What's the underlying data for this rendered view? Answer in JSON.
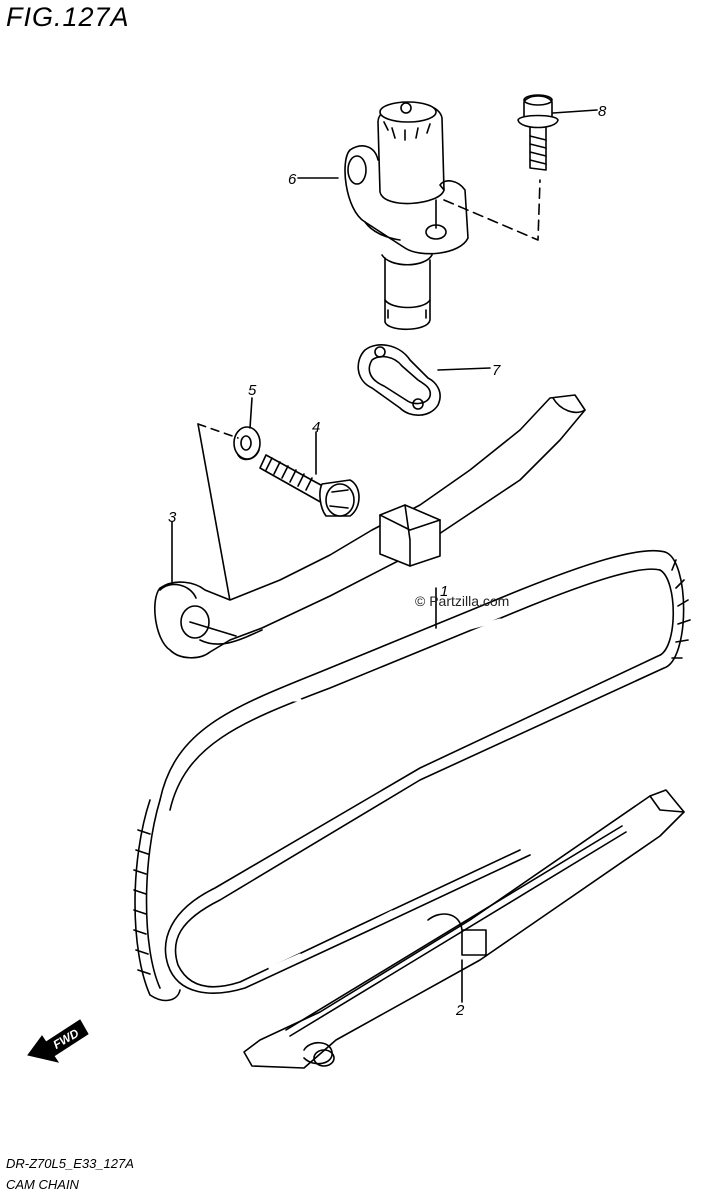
{
  "figure": {
    "title": "FIG.127A",
    "code": "DR-Z70L5_E33_127A",
    "name": "CAM CHAIN",
    "watermark": "© Partzilla.com",
    "direction_label": "FWD"
  },
  "parts": [
    {
      "ref": "1",
      "part": "cam-chain"
    },
    {
      "ref": "2",
      "part": "chain-guide"
    },
    {
      "ref": "3",
      "part": "tensioner-arm"
    },
    {
      "ref": "4",
      "part": "bolt"
    },
    {
      "ref": "5",
      "part": "washer"
    },
    {
      "ref": "6",
      "part": "chain-tensioner-adjuster"
    },
    {
      "ref": "7",
      "part": "gasket"
    },
    {
      "ref": "8",
      "part": "bolt"
    }
  ],
  "colors": {
    "line": "#000000",
    "background": "#ffffff"
  }
}
